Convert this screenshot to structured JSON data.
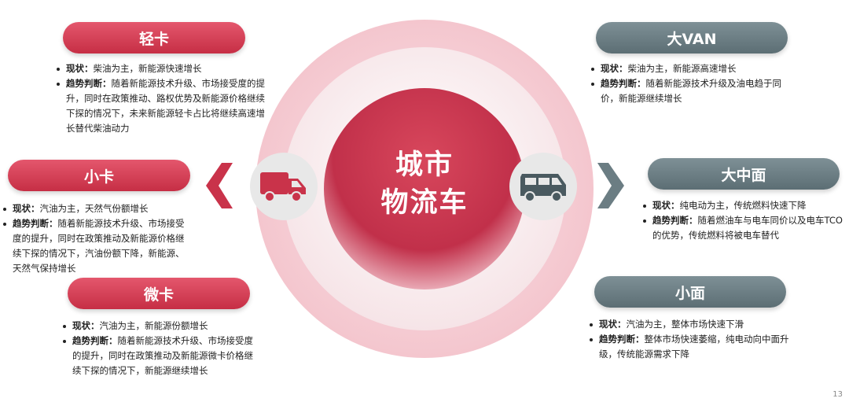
{
  "center": {
    "line1": "城市",
    "line2": "物流车"
  },
  "colors": {
    "red": "#c9334a",
    "gray": "#667a80"
  },
  "left": [
    {
      "title": "轻卡",
      "status_label": "现状：",
      "status_text": "柴油为主，新能源快速增长",
      "trend_label": "趋势判断：",
      "trend_text": "随着新能源技术升级、市场接受度的提升，同时在政策推动、路权优势及新能源价格继续下探的情况下，未来新能源轻卡占比将继续高速增长替代柴油动力"
    },
    {
      "title": "小卡",
      "status_label": "现状：",
      "status_text": "汽油为主，天然气份额增长",
      "trend_label": "趋势判断：",
      "trend_text": "随着新能源技术升级、市场接受度的提升，同时在政策推动及新能源价格继续下探的情况下，汽油份额下降，新能源、天然气保持增长"
    },
    {
      "title": "微卡",
      "status_label": "现状：",
      "status_text": "汽油为主，新能源份额增长",
      "trend_label": "趋势判断：",
      "trend_text": "随着新能源技术升级、市场接受度的提升，同时在政策推动及新能源微卡价格继续下探的情况下，新能源继续增长"
    }
  ],
  "right": [
    {
      "title": "大VAN",
      "status_label": "现状：",
      "status_text": "柴油为主，新能源高速增长",
      "trend_label": "趋势判断：",
      "trend_text": "随着新能源技术升级及油电趋于同价，新能源继续增长"
    },
    {
      "title": "大中面",
      "status_label": "现状：",
      "status_text": "纯电动为主，传统燃料快速下降",
      "trend_label": "趋势判断：",
      "trend_text": "随着燃油车与电车同价以及电车TCO的优势，传统燃料将被电车替代"
    },
    {
      "title": "小面",
      "status_label": "现状：",
      "status_text": "汽油为主，整体市场快速下滑",
      "trend_label": "趋势判断：",
      "trend_text": "整体市场快速萎缩，纯电动向中面升级，传统能源需求下降"
    }
  ],
  "icons": {
    "left_vehicle": "truck-icon",
    "right_vehicle": "van-icon"
  },
  "page_number": "13"
}
